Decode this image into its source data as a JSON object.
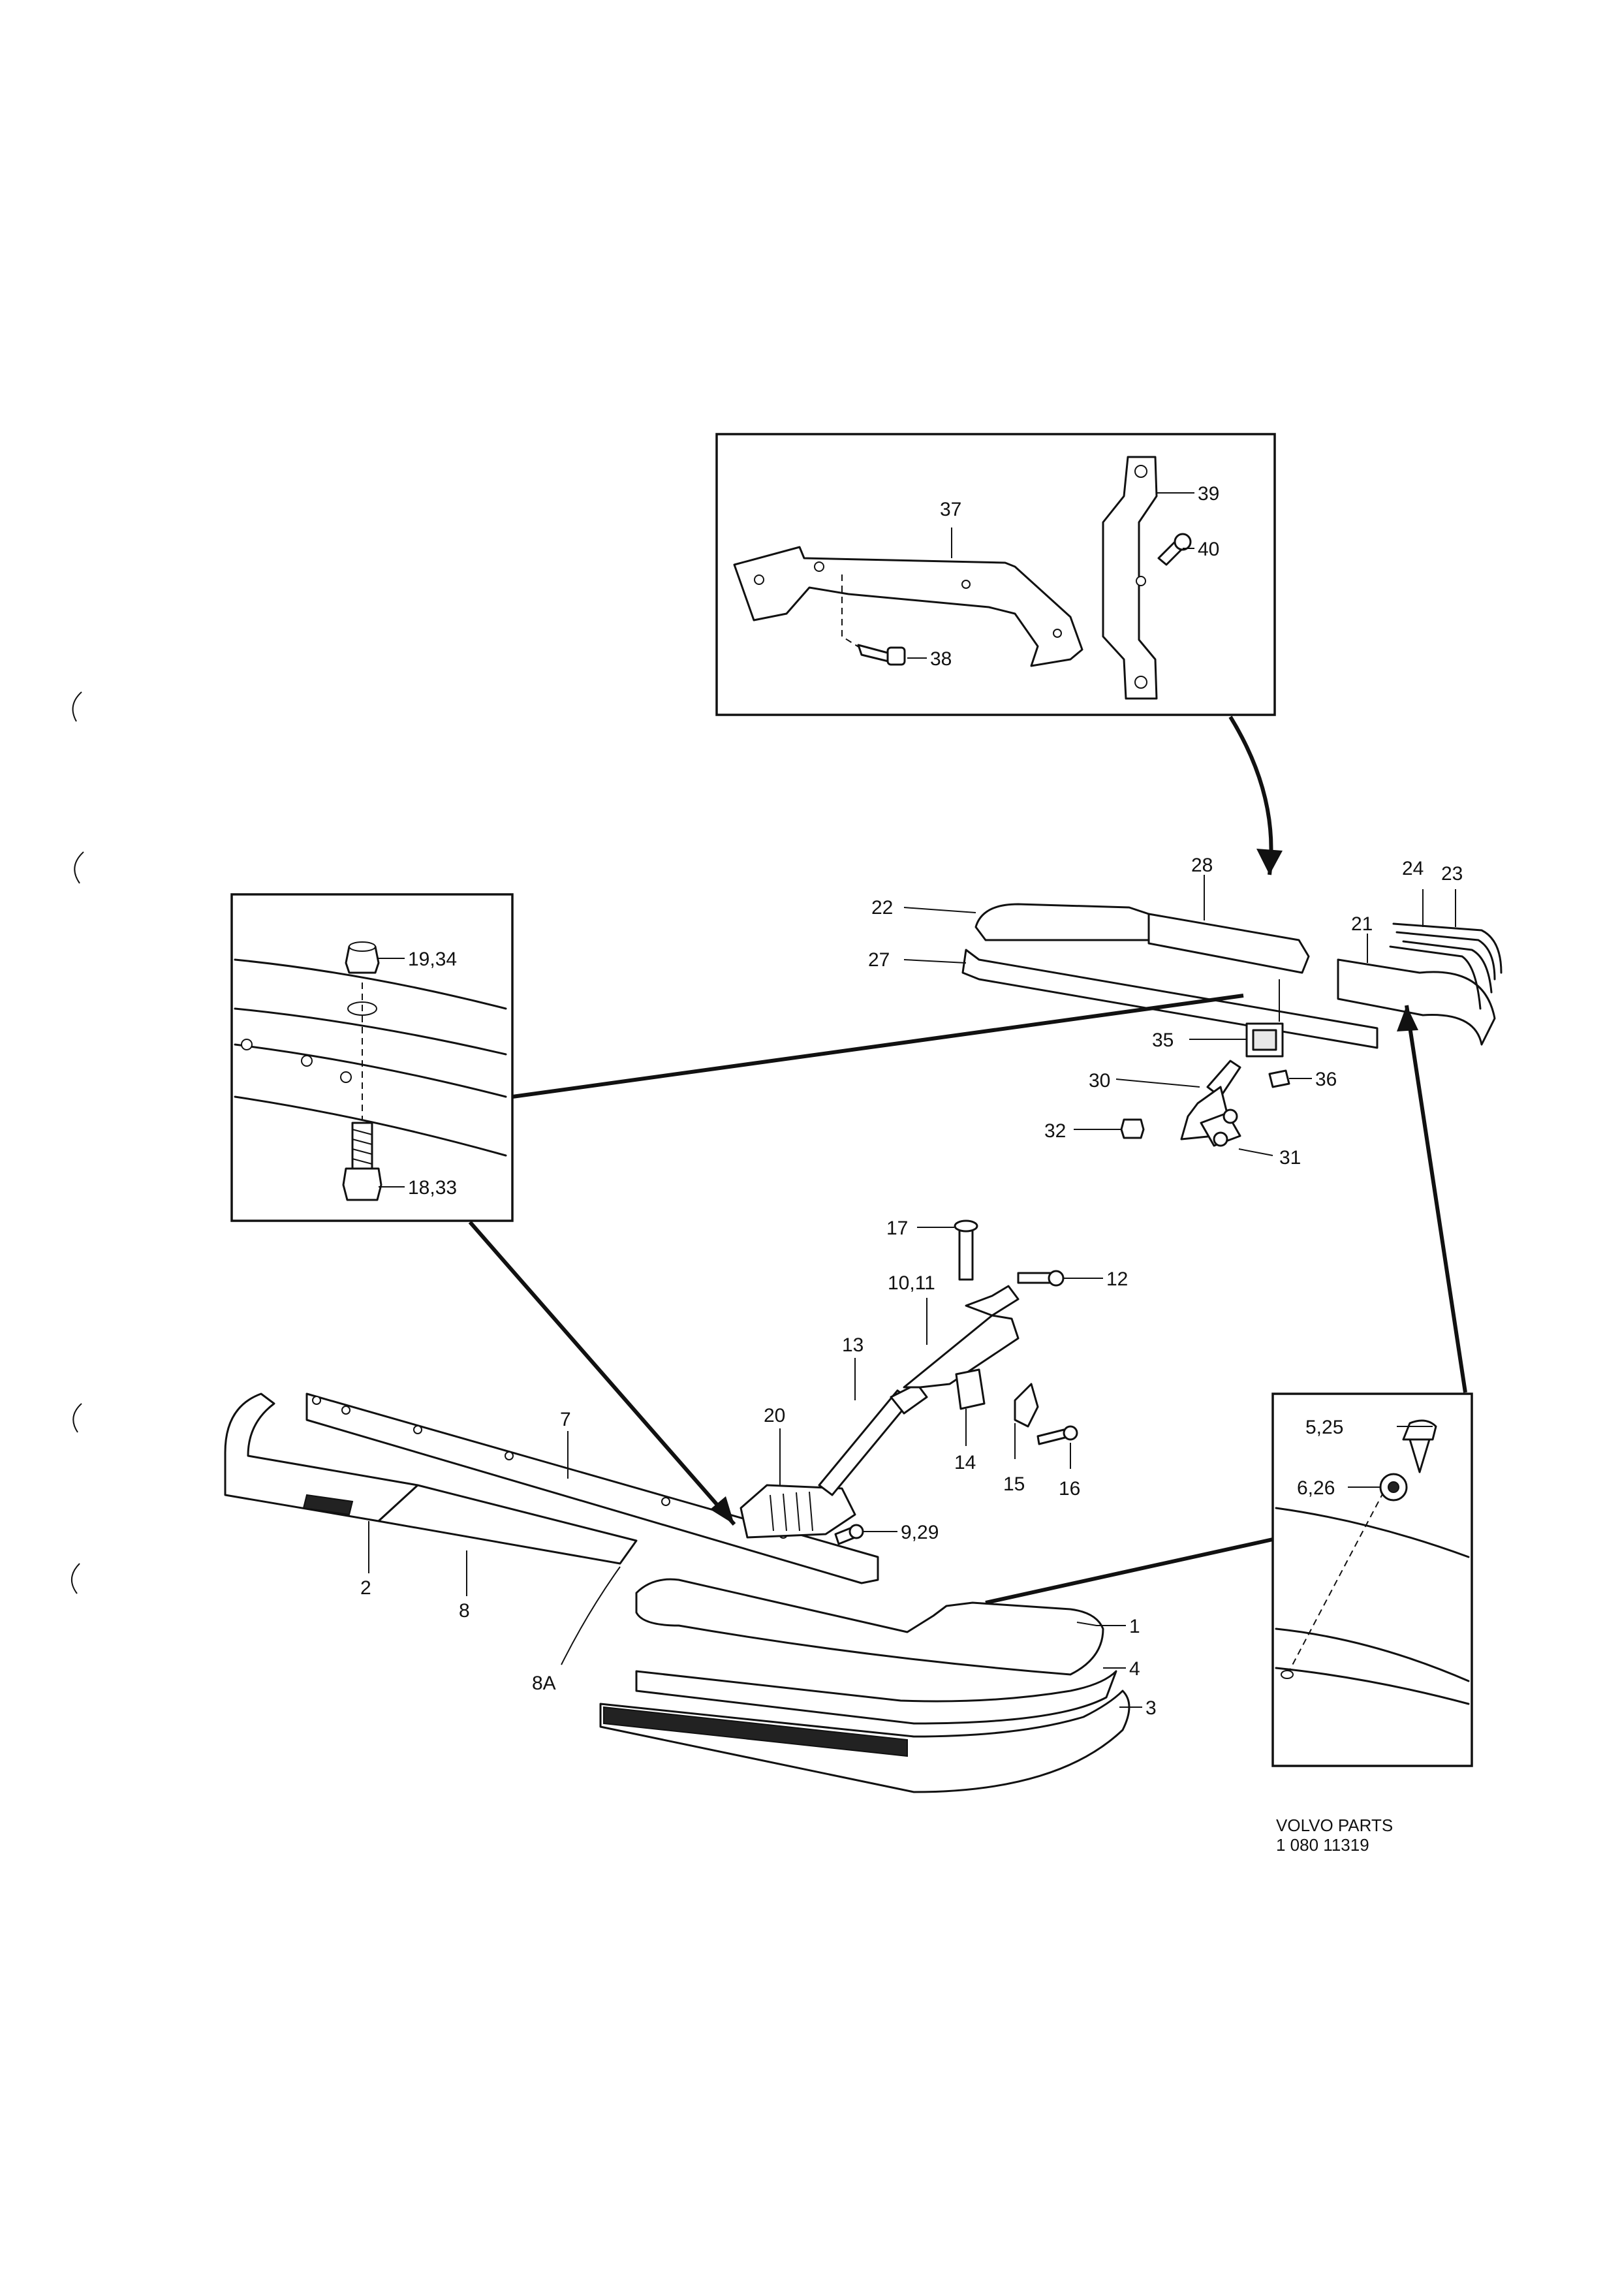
{
  "page": {
    "background": "#ffffff",
    "ink": "#111111"
  },
  "labels": {
    "l1": "1",
    "l2": "2",
    "l3": "3",
    "l4": "4",
    "l5_25": "5,25",
    "l6_26": "6,26",
    "l7": "7",
    "l8": "8",
    "l8a": "8A",
    "l9_29": "9,29",
    "l10_11": "10,11",
    "l12": "12",
    "l13": "13",
    "l14": "14",
    "l15": "15",
    "l16": "16",
    "l17": "17",
    "l18_33": "18,33",
    "l19_34": "19,34",
    "l20": "20",
    "l21": "21",
    "l22": "22",
    "l23": "23",
    "l24": "24",
    "l27": "27",
    "l28": "28",
    "l30": "30",
    "l31": "31",
    "l32": "32",
    "l35": "35",
    "l36": "36",
    "l37": "37",
    "l38": "38",
    "l39": "39",
    "l40": "40"
  },
  "footer": {
    "brand": "VOLVO PARTS",
    "code": "1 080   11319"
  }
}
